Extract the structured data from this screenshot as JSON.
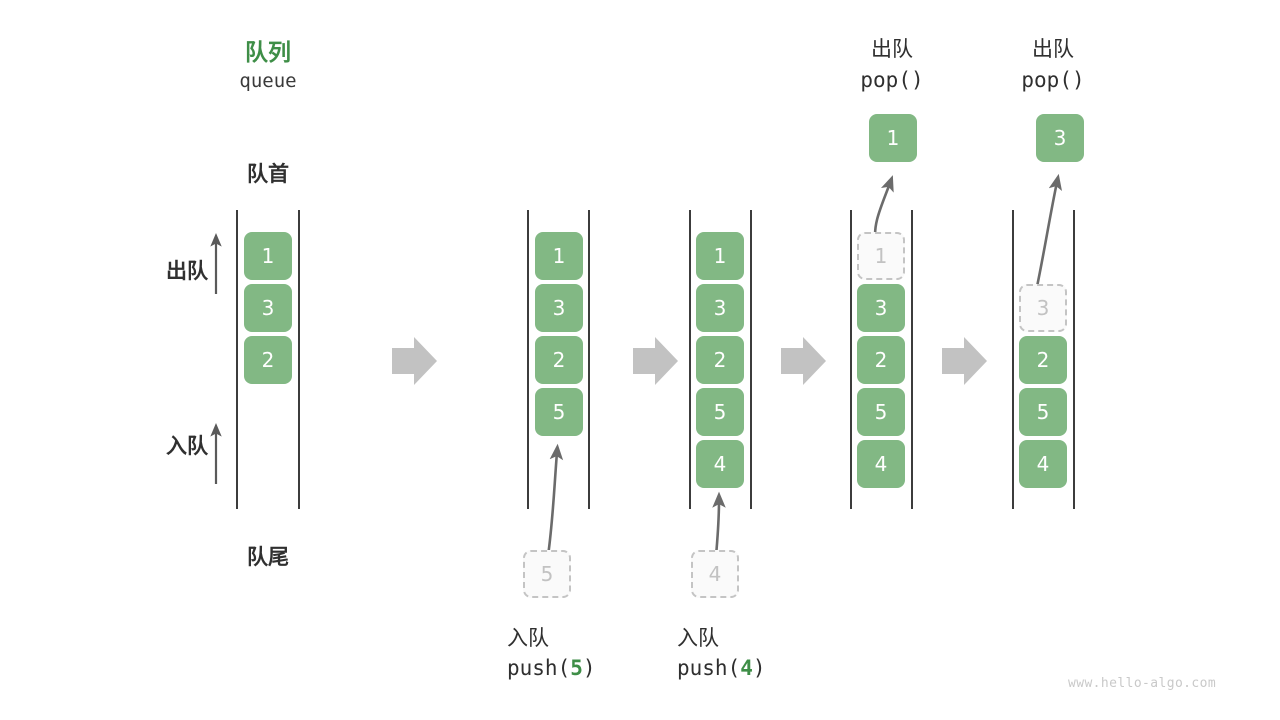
{
  "diagram": {
    "title_cn": "队列",
    "title_en": "queue",
    "front_label": "队首",
    "rear_label": "队尾",
    "dequeue_axis_label": "出队",
    "enqueue_axis_label": "入队",
    "watermark": "www.hello-algo.com",
    "colors": {
      "accent_green": "#82b884",
      "title_green": "#3e8e47",
      "ghost_gray": "#c2c2c2",
      "rail_dark": "#3c3c3c",
      "arrow_gray": "#c2c2c2",
      "thin_arrow_gray": "#6b6b6b",
      "text_dark": "#2f2f2f",
      "watermark_gray": "#c9c9c9"
    }
  },
  "steps": [
    {
      "id": "initial",
      "caption_cn": "",
      "caption_code": "",
      "header_cn": "",
      "header_code": "",
      "cells": [
        {
          "value": "1",
          "state": "filled"
        },
        {
          "value": "3",
          "state": "filled"
        },
        {
          "value": "2",
          "state": "filled"
        }
      ],
      "floating": null,
      "popped": null
    },
    {
      "id": "push-5",
      "caption_cn": "入队",
      "caption_code_prefix": "push(",
      "caption_code_value": "5",
      "caption_code_suffix": ")",
      "header_cn": "",
      "header_code": "",
      "cells": [
        {
          "value": "1",
          "state": "filled"
        },
        {
          "value": "3",
          "state": "filled"
        },
        {
          "value": "2",
          "state": "filled"
        },
        {
          "value": "5",
          "state": "filled"
        }
      ],
      "floating": {
        "value": "5",
        "state": "ghost"
      },
      "popped": null
    },
    {
      "id": "push-4",
      "caption_cn": "入队",
      "caption_code_prefix": "push(",
      "caption_code_value": "4",
      "caption_code_suffix": ")",
      "header_cn": "",
      "header_code": "",
      "cells": [
        {
          "value": "1",
          "state": "filled"
        },
        {
          "value": "3",
          "state": "filled"
        },
        {
          "value": "2",
          "state": "filled"
        },
        {
          "value": "5",
          "state": "filled"
        },
        {
          "value": "4",
          "state": "filled"
        }
      ],
      "floating": {
        "value": "4",
        "state": "ghost"
      },
      "popped": null
    },
    {
      "id": "pop-1",
      "caption_cn": "",
      "caption_code": "",
      "header_cn": "出队",
      "header_code": "pop()",
      "cells": [
        {
          "value": "1",
          "state": "ghost"
        },
        {
          "value": "3",
          "state": "filled"
        },
        {
          "value": "2",
          "state": "filled"
        },
        {
          "value": "5",
          "state": "filled"
        },
        {
          "value": "4",
          "state": "filled"
        }
      ],
      "floating": null,
      "popped": {
        "value": "1",
        "state": "filled"
      }
    },
    {
      "id": "pop-3",
      "caption_cn": "",
      "caption_code": "",
      "header_cn": "出队",
      "header_code": "pop()",
      "cells": [
        {
          "value": "3",
          "state": "ghost"
        },
        {
          "value": "2",
          "state": "filled"
        },
        {
          "value": "5",
          "state": "filled"
        },
        {
          "value": "4",
          "state": "filled"
        }
      ],
      "floating": null,
      "popped": {
        "value": "3",
        "state": "filled"
      }
    }
  ],
  "transition_arrows": 4
}
